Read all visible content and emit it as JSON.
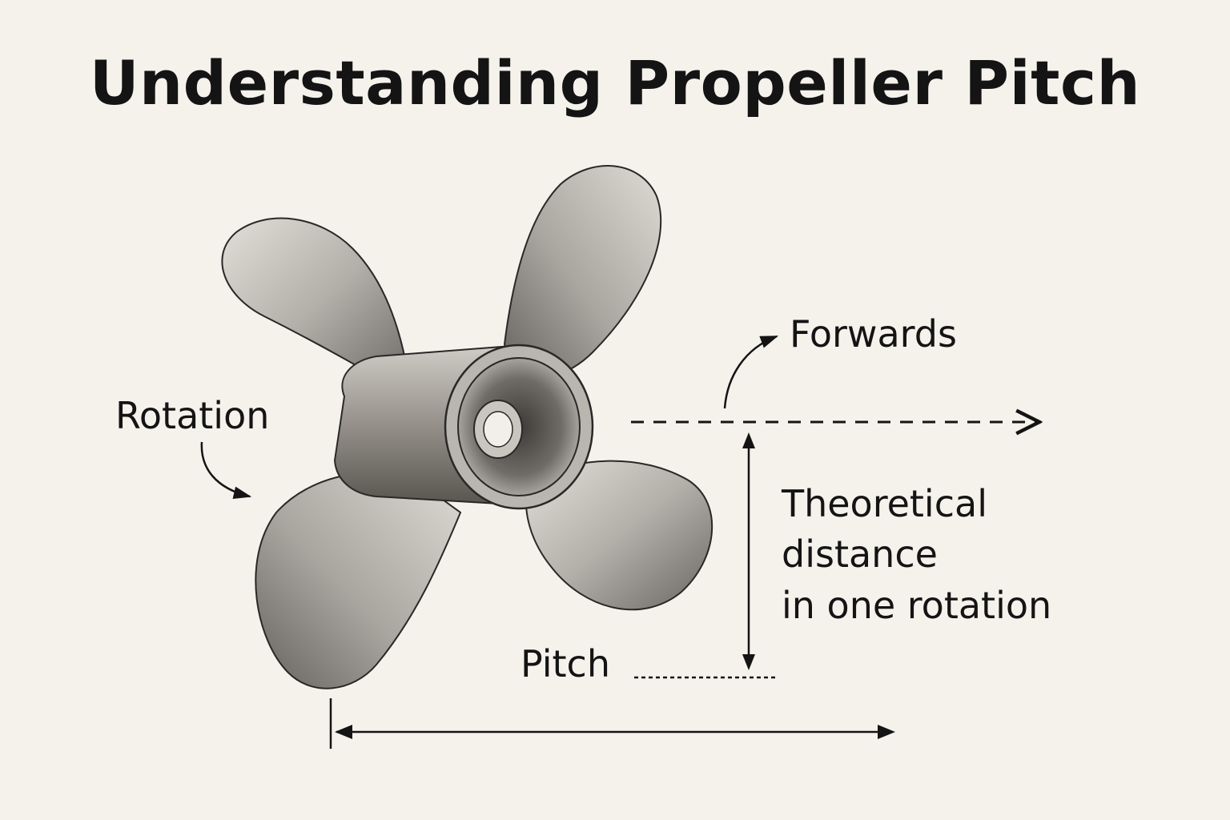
{
  "title": "Understanding Propeller Pitch",
  "labels": {
    "rotation": "Rotation",
    "forwards": "Forwards",
    "distance_line1": "Theoretical",
    "distance_line2": "distance",
    "distance_line3": "in one rotation",
    "pitch": "Pitch"
  },
  "colors": {
    "background": "#f5f2ec",
    "ink": "#141414",
    "metal_light": "#d9d6d0",
    "metal_mid": "#a8a49e",
    "metal_dark": "#5e5b57"
  },
  "illustration": {
    "subject": "propeller-illustration",
    "blade_count": 4
  }
}
